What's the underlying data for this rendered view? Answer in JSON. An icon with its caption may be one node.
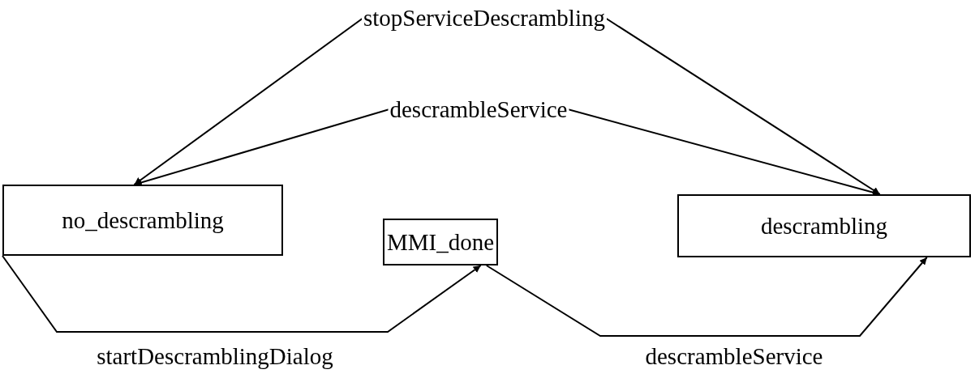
{
  "diagram": {
    "nodes": [
      {
        "text": [
          "no_descrambling"
        ]
      },
      {
        "text": [
          "MMI_done"
        ]
      },
      {
        "text": [
          "descrambling"
        ]
      }
    ],
    "edges": [
      {
        "from": 0,
        "to": 2,
        "arrow": "both",
        "label": "stopServiceDescrambling"
      },
      {
        "from": 0,
        "to": 2,
        "arrow": "both",
        "label": "descrambleService"
      },
      {
        "from": 0,
        "to": 1,
        "arrow": "to",
        "label": "startDescramblingDialog"
      },
      {
        "from": 1,
        "to": 2,
        "arrow": "to",
        "label": "descrambleService"
      }
    ]
  }
}
